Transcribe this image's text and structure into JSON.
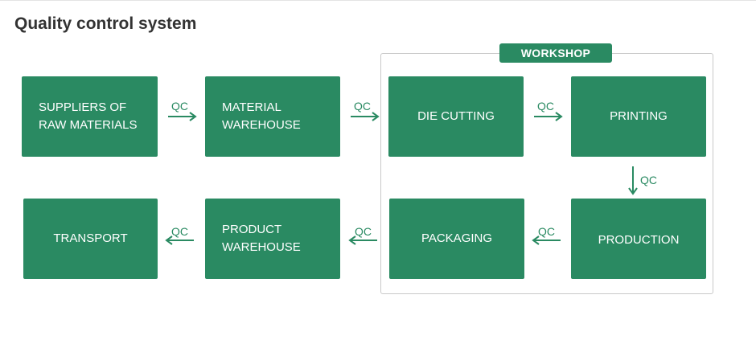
{
  "title": "Quality control system",
  "workshop_label": "WORKSHOP",
  "qc_label": "QC",
  "colors": {
    "box_fill": "#2a8a62",
    "frame_border": "#c9c9c9",
    "title_text": "#333333"
  },
  "steps": {
    "suppliers": {
      "line1": "SUPPLIERS OF",
      "line2": "RAW MATERIALS"
    },
    "material_warehouse": {
      "line1": "MATERIAL",
      "line2": "WAREHOUSE"
    },
    "die_cutting": {
      "line1": "DIE CUTTING"
    },
    "printing": {
      "line1": "PRINTING"
    },
    "production": {
      "line1": "PRODUCTION"
    },
    "packaging": {
      "line1": "PACKAGING"
    },
    "product_warehouse": {
      "line1": "PRODUCT",
      "line2": "WAREHOUSE"
    },
    "transport": {
      "line1": "TRANSPORT"
    }
  }
}
